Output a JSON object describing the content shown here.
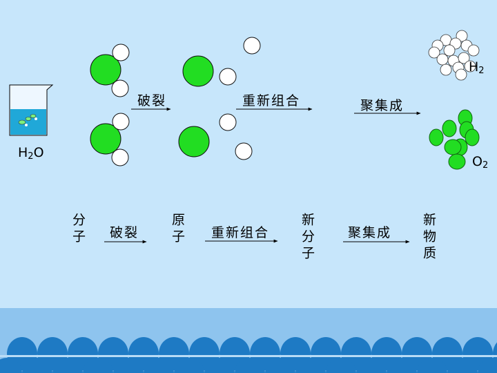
{
  "colors": {
    "background": "#c7e6fb",
    "band": "#8ec4ee",
    "wave": "#1e7ac4",
    "oxygen_atom": "#22dd22",
    "hydrogen_atom": "#ffffff"
  },
  "diagram": {
    "step_break": "破裂",
    "step_recombine": "重新组合",
    "step_aggregate": "聚集成",
    "water_label": {
      "main": "H",
      "sub": "2",
      "tail": "O"
    },
    "hydrogen_label": {
      "main": "H",
      "sub": "2"
    },
    "oxygen_label": {
      "main": "O",
      "sub": "2"
    }
  },
  "flow": {
    "molecule": "分子",
    "break": "破裂",
    "atom": "原子",
    "recombine": "重新组合",
    "new_molecule": "新分子",
    "aggregate": "聚集成",
    "new_substance": "新物质"
  }
}
